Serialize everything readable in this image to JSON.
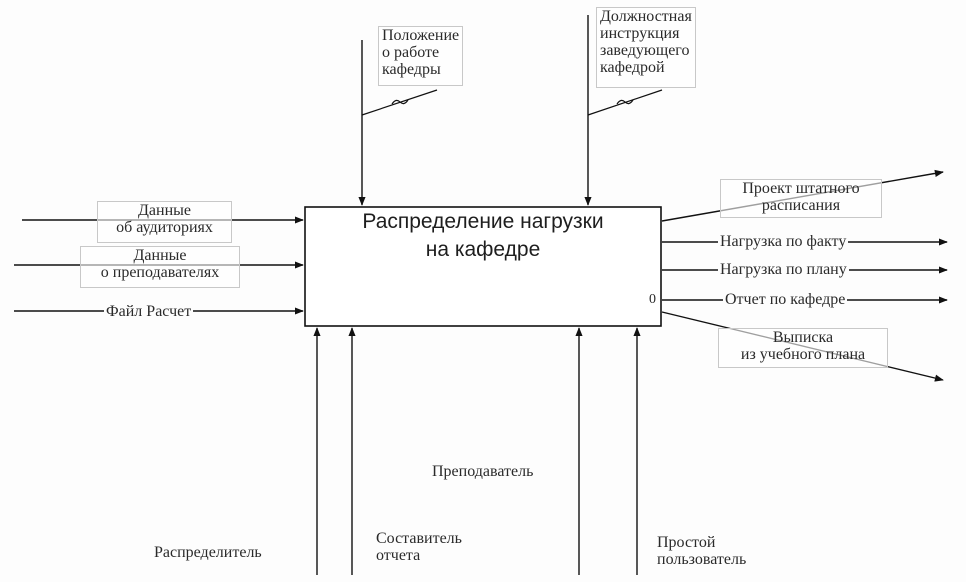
{
  "function_box": {
    "title_lines": [
      "Распределение нагрузки",
      "на кафедре"
    ],
    "corner_label": "0"
  },
  "controls": [
    {
      "lines": [
        "Положение",
        "о работе",
        "кафедры"
      ]
    },
    {
      "lines": [
        "Должностная",
        "инструкция",
        "заведующего",
        "кафедрой"
      ]
    }
  ],
  "inputs": [
    {
      "lines": [
        "Данные",
        "об аудиториях"
      ]
    },
    {
      "lines": [
        "Данные",
        "о преподавателях"
      ]
    },
    {
      "lines": [
        "Файл Расчет"
      ]
    }
  ],
  "outputs": [
    {
      "lines": [
        "Проект штатного",
        "расписания"
      ]
    },
    {
      "lines": [
        "Нагрузка по факту"
      ]
    },
    {
      "lines": [
        "Нагрузка по плану"
      ]
    },
    {
      "lines": [
        "Отчет по кафедре"
      ]
    },
    {
      "lines": [
        "Выписка",
        "из учебного плана"
      ]
    }
  ],
  "mechanisms": [
    {
      "lines": [
        "Распределитель"
      ]
    },
    {
      "lines": [
        "Составитель",
        "отчета"
      ]
    },
    {
      "lines": [
        "Преподаватель"
      ]
    },
    {
      "lines": [
        "Простой",
        "пользователь"
      ]
    }
  ]
}
